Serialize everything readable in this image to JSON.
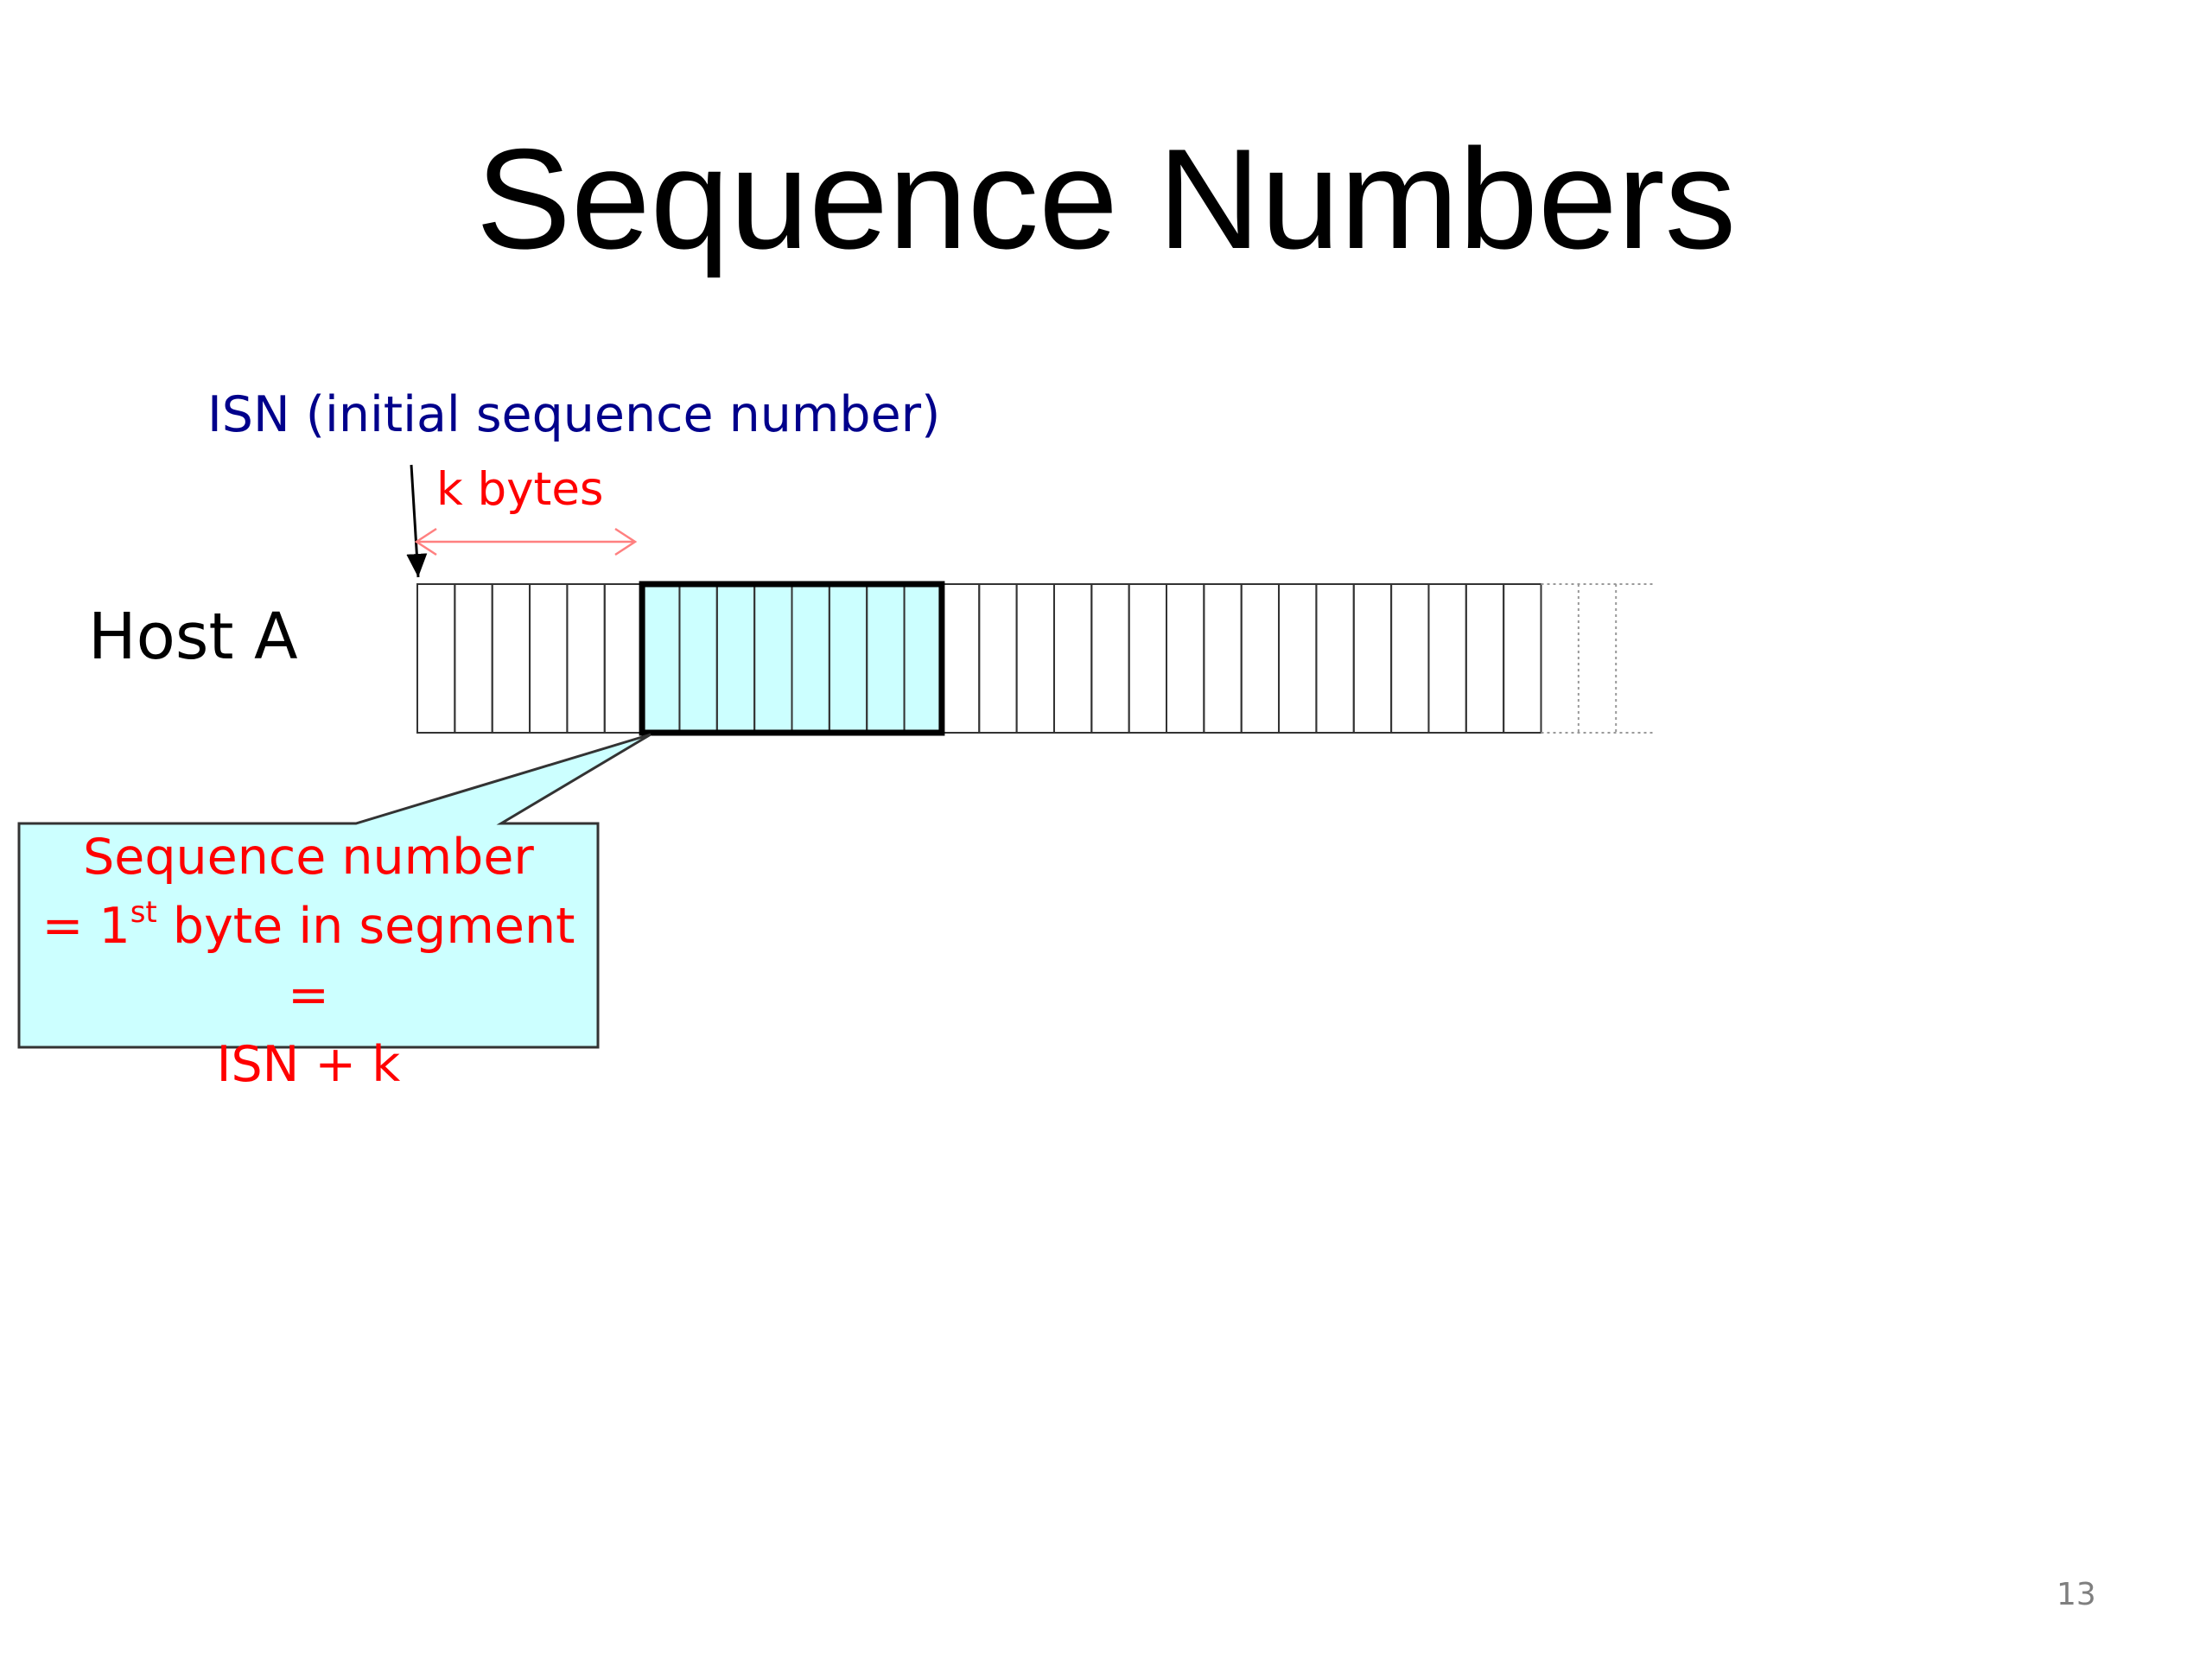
{
  "slide": {
    "title": "Sequence Numbers",
    "page_number": "13"
  },
  "diagram": {
    "isn_label": "ISN (initial sequence number)",
    "k_label": "k bytes",
    "host_label": "Host A",
    "callout": {
      "line1": "Sequence number",
      "line2_prefix": "= 1",
      "line2_sup": "st",
      "line2_suffix": " byte in segment =",
      "line3": "ISN + k"
    },
    "byte_stream": {
      "solid_cells": 30,
      "dotted_cells": 3,
      "segment_start": 6,
      "segment_length": 8
    },
    "colors": {
      "segment_fill": "#ccffff",
      "callout_fill": "#ccffff",
      "isn_text": "#00008b",
      "highlight_text": "#ff0000",
      "k_arrow": "#ff8080"
    }
  }
}
